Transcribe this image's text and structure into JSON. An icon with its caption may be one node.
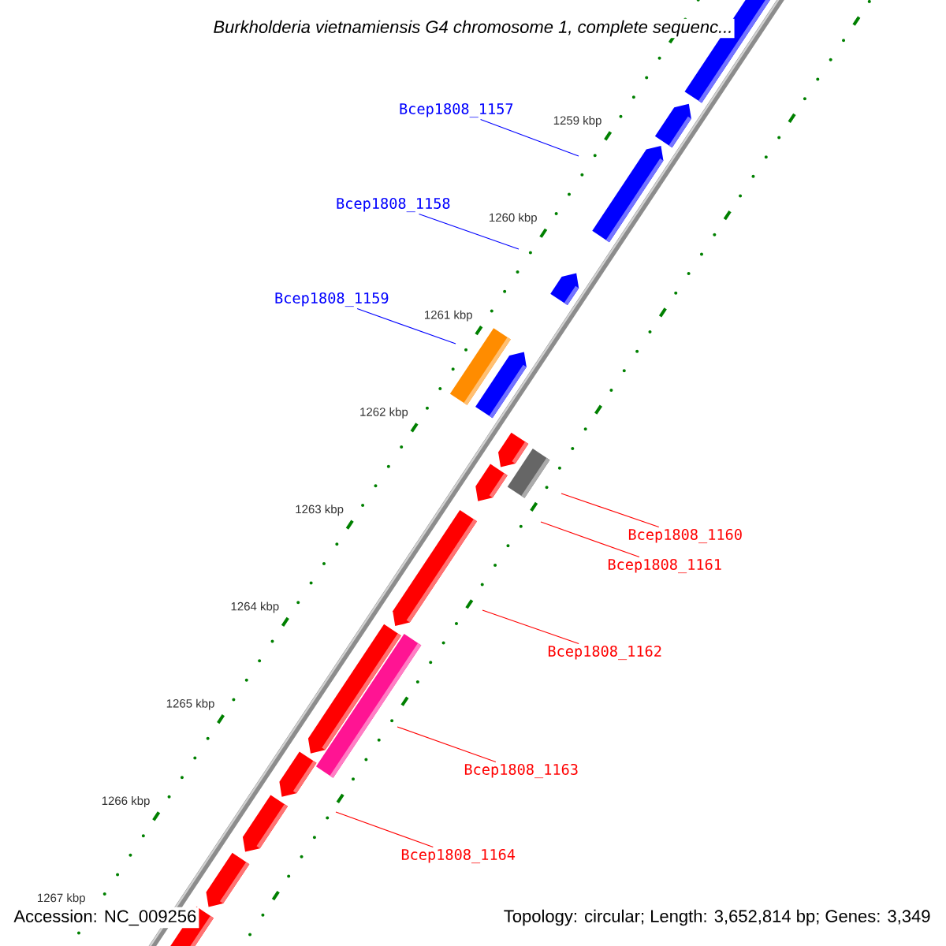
{
  "diagram": {
    "title": "Burkholderia vietnamiensis G4 chromosome 1, complete sequenc...",
    "nodes": [
      {
        "text": [
          "Bcep1808_1157"
        ]
      },
      {
        "text": [
          "Bcep1808_1158"
        ]
      },
      {
        "text": [
          "Bcep1808_1159"
        ]
      },
      {
        "text": [
          "Bcep1808_1160"
        ]
      },
      {
        "text": [
          "Bcep1808_1161"
        ]
      },
      {
        "text": [
          "Bcep1808_1162"
        ]
      },
      {
        "text": [
          "Bcep1808_1163"
        ]
      },
      {
        "text": [
          "Bcep1808_1164"
        ]
      }
    ],
    "edges": [
      {
        "from": 0,
        "to": null,
        "arrow": "none",
        "color": "#0000ff"
      },
      {
        "from": 1,
        "to": null,
        "arrow": "none",
        "color": "#0000ff"
      },
      {
        "from": 2,
        "to": null,
        "arrow": "none",
        "color": "#0000ff"
      },
      {
        "from": 3,
        "to": null,
        "arrow": "none"
      },
      {
        "from": 4,
        "to": null,
        "arrow": "none"
      },
      {
        "from": 5,
        "to": null,
        "arrow": "none"
      },
      {
        "from": 6,
        "to": null,
        "arrow": "none"
      },
      {
        "from": 7,
        "to": null,
        "arrow": "none"
      }
    ],
    "labels": [
      "1259 kbp",
      "1260 kbp",
      "1261 kbp",
      "1262 kbp",
      "1263 kbp",
      "1264 kbp",
      "1265 kbp",
      "1266 kbp",
      "1267 kbp",
      "Accession: NC_009256",
      "Topology: circular; Length: 3,652,814 bp; Genes: 3,349"
    ]
  }
}
